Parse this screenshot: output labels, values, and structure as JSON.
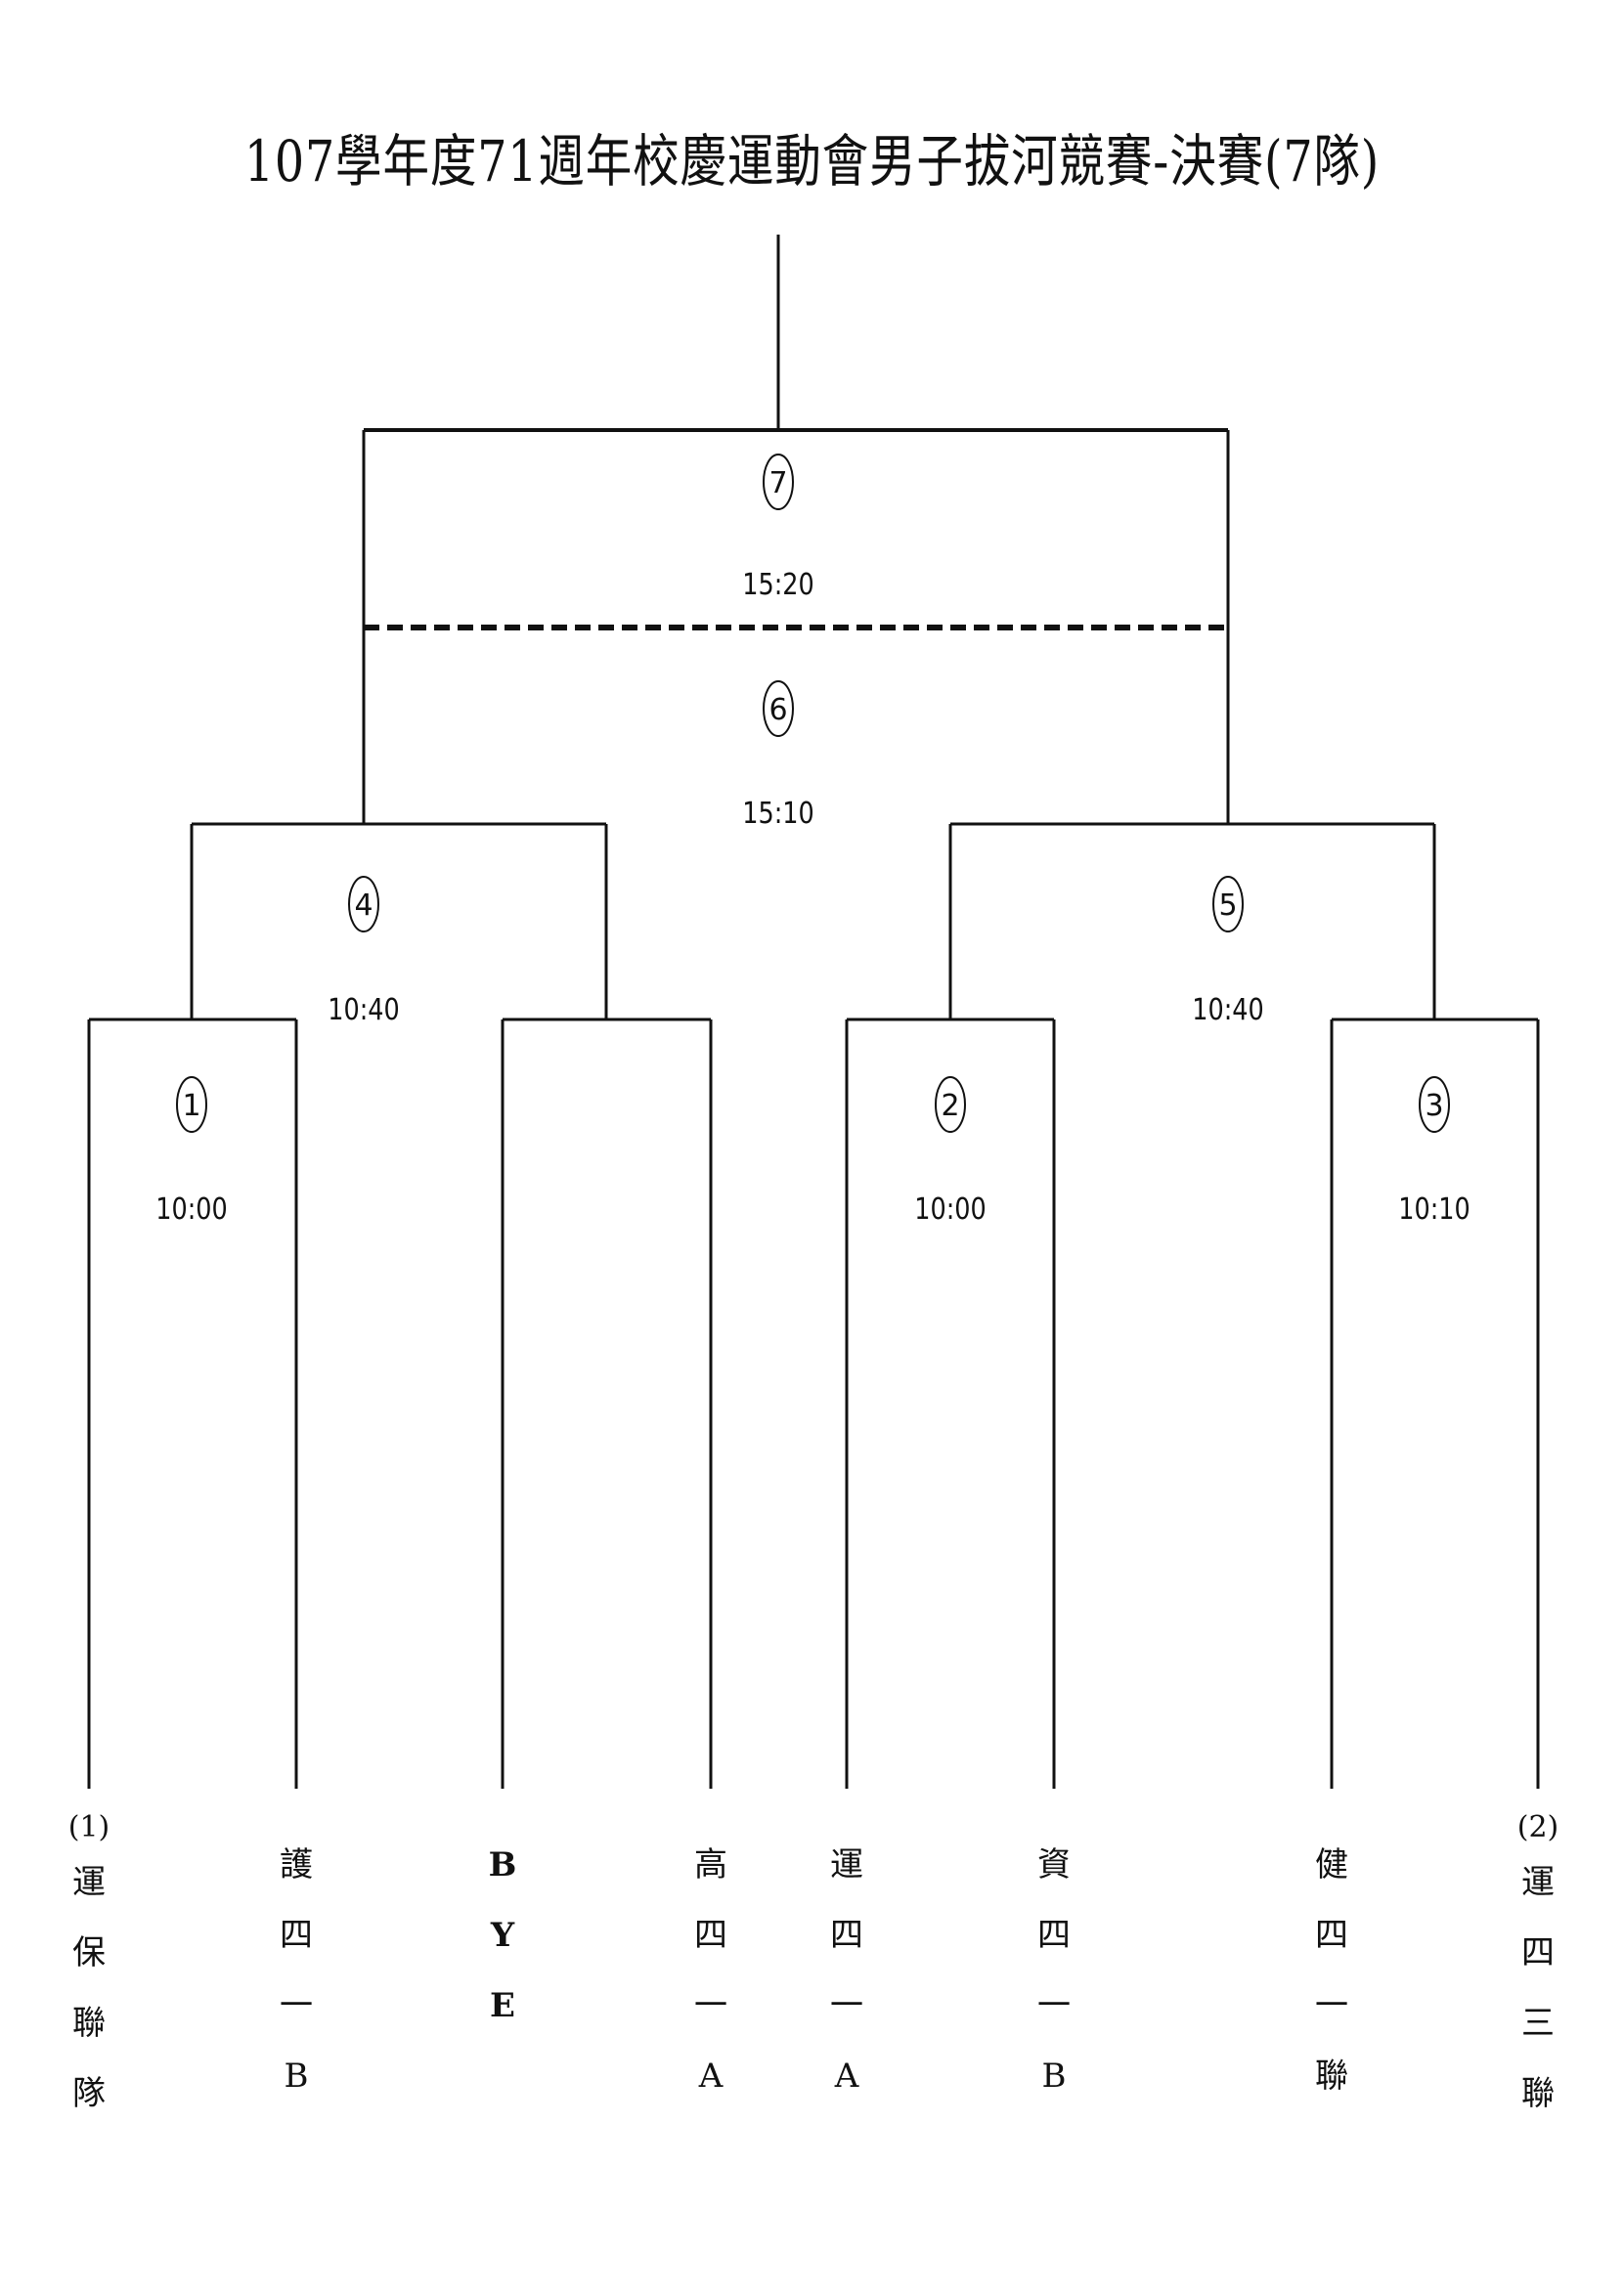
{
  "title": "107學年度71週年校慶運動會男子拔河競賽-決賽(7隊)",
  "matches": [
    {
      "num": "1",
      "time": "10:00"
    },
    {
      "num": "2",
      "time": "10:00"
    },
    {
      "num": "3",
      "time": "10:10"
    },
    {
      "num": "4",
      "time": "10:40"
    },
    {
      "num": "5",
      "time": "10:40"
    },
    {
      "num": "6",
      "time": "15:10"
    },
    {
      "num": "7",
      "time": "15:20"
    }
  ],
  "teams": [
    {
      "seed": "(1)",
      "name": "運保聯隊"
    },
    {
      "seed": "",
      "name": "護四一B"
    },
    {
      "seed": "",
      "name": "BYE"
    },
    {
      "seed": "",
      "name": "高四一A"
    },
    {
      "seed": "",
      "name": "運四一A"
    },
    {
      "seed": "",
      "name": "資四一B"
    },
    {
      "seed": "",
      "name": "健四一聯"
    },
    {
      "seed": "(2)",
      "name": "運四三聯"
    }
  ]
}
